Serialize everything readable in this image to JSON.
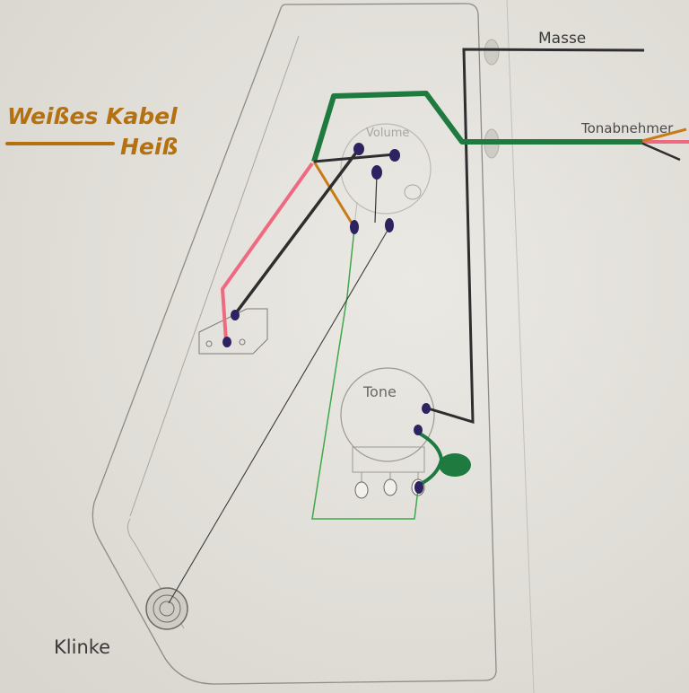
{
  "legend": {
    "wire_label": "Weißes Kabel",
    "meaning": "Heiß"
  },
  "labels": {
    "ground": "Masse",
    "pickup": "Tonabnehmer",
    "volume_pot": "Volume",
    "tone_pot": "Tone",
    "jack": "Klinke"
  },
  "colors": {
    "paper": "#e4e2dc",
    "pencil": "#8e8c88",
    "legend_orange": "#b5700f",
    "green_wire": "#1e7a3e",
    "black_wire": "#2e2e2e",
    "pink_wire": "#ee6a80",
    "orange_wire": "#c87a14",
    "solder_dot": "#2c2360",
    "thin_green": "#3ea84a"
  }
}
